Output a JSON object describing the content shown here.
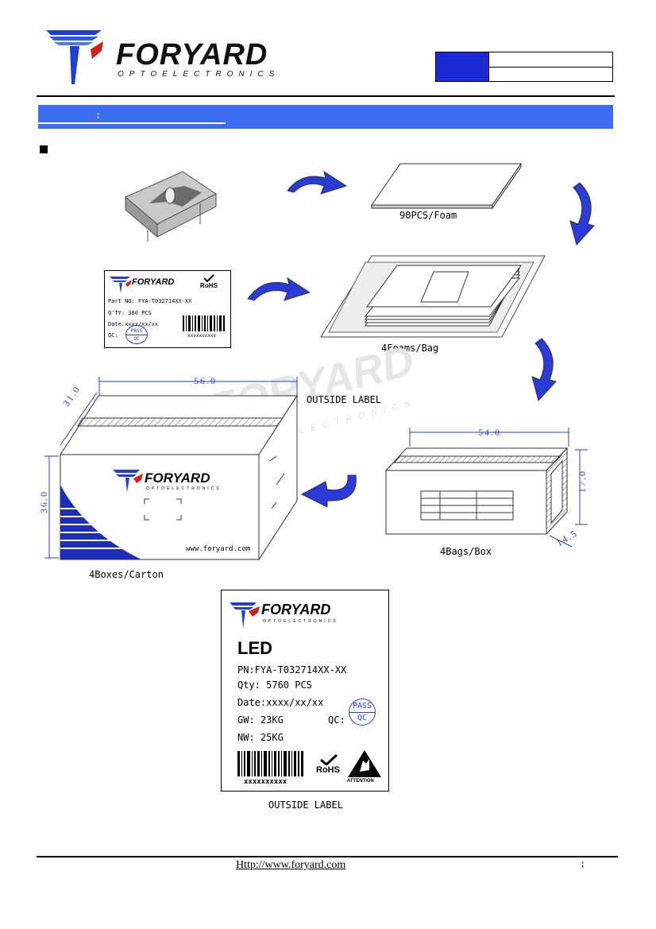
{
  "header": {
    "brand": "FORYARD",
    "tagline": "OPTOELECTRONICS",
    "banner_colon": ":"
  },
  "steps": {
    "foam": "90PCS/Foam",
    "bag": "4Foams/Bag",
    "box": "4Bags/Box",
    "carton": "4Boxes/Carton",
    "outside_label_caption": "OUTSIDE LABEL",
    "outside_label_top": "OUTSIDE LABEL"
  },
  "dimensions": {
    "carton_length": "56.0",
    "carton_depth": "31.0",
    "carton_height": "36.0",
    "box_length": "54.0",
    "box_height": "17.0",
    "box_depth": "14.5"
  },
  "carton_url": "www.foryard.com",
  "small_label": {
    "brand": "FORYARD",
    "rohs": "RoHS",
    "part": "Part NO: FYA-T032714XX-XX",
    "qty": "Q'TY: 360 PCS",
    "date": "Date:xxxx/xx/xx",
    "qc": "QC:",
    "pass": "PASS",
    "qc_stamp": "QC",
    "barcode_text": "xxxxxxxxxx"
  },
  "big_label": {
    "brand": "FORYARD",
    "tagline": "OPTOELECTRONICS",
    "product": "LED",
    "pn": "PN:FYA-T032714XX-XX",
    "qty": "Qty: 5760 PCS",
    "date": "Date:xxxx/xx/xx",
    "gw": "GW: 23KG",
    "qc": "QC:",
    "pass": "PASS",
    "qc_stamp": "QC",
    "nw": "NW: 25KG",
    "barcode_text": "xxxxxxxxxx",
    "rohs": "RoHS",
    "attention": "ATTENTION"
  },
  "watermark": {
    "brand": "FORYARD",
    "tagline": "OPTOELECTRONICS"
  },
  "footer": {
    "url": "Http://www.foryard.com",
    "colon": ":"
  },
  "colors": {
    "brand_blue": "#1a2bd6",
    "banner_blue": "#3d6df0",
    "dim_blue": "#2a3bd8",
    "logo_red": "#d21f1f"
  }
}
